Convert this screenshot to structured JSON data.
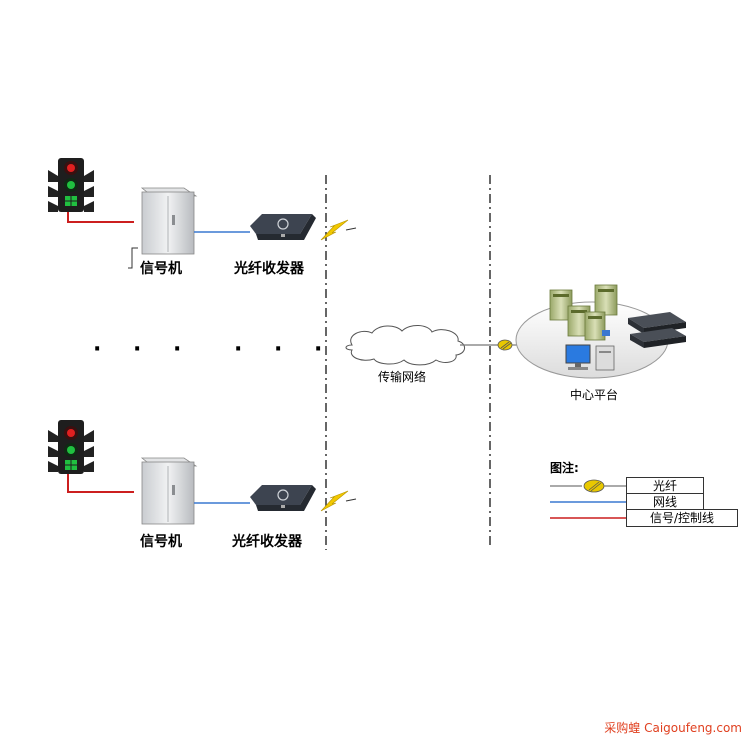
{
  "labels": {
    "signal_machine_top": "信号机",
    "transceiver_top": "光纤收发器",
    "signal_machine_bottom": "信号机",
    "transceiver_bottom": "光纤收发器",
    "network": "传输网络",
    "center": "中心平台",
    "ellipsis_left": "· · ·",
    "ellipsis_right": "· · ·"
  },
  "legend": {
    "title": "图注:",
    "fiber": "光纤",
    "network_cable": "网线",
    "signal_line": "信号/控制线"
  },
  "colors": {
    "signal_line": "#cc1f1f",
    "network_cable": "#3a78d0",
    "fiber": "#777777",
    "fiber_symbol": "#e8c800",
    "lightning": "#f2c800",
    "red_light": "#e02020",
    "green_light": "#20c040"
  },
  "watermark": "采购蝗 Caigoufeng.com"
}
